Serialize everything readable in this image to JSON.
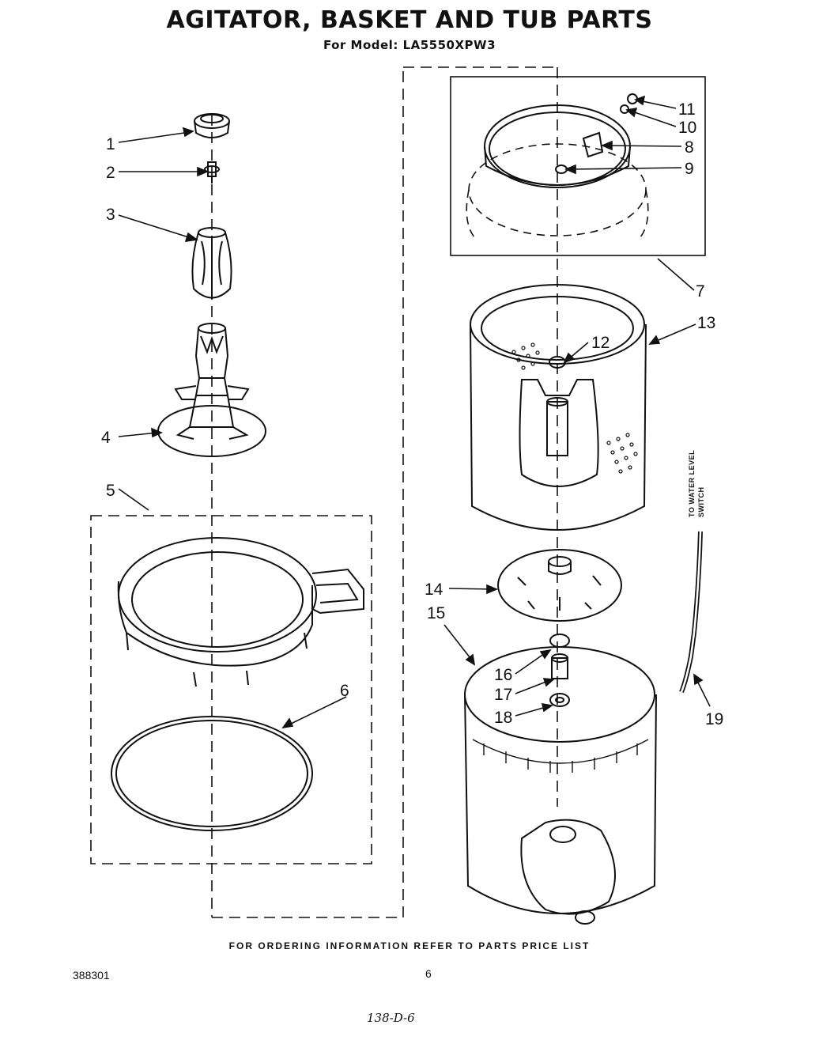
{
  "header": {
    "title": "AGITATOR, BASKET AND TUB PARTS",
    "model_prefix": "For Model:",
    "model": "LA5550XPW3"
  },
  "callouts": [
    "1",
    "2",
    "3",
    "4",
    "5",
    "6",
    "7",
    "8",
    "9",
    "10",
    "11",
    "12",
    "13",
    "14",
    "15",
    "16",
    "17",
    "18",
    "19"
  ],
  "side_label": {
    "line1": "TO WATER LEVEL",
    "line2": "SWITCH"
  },
  "footer": {
    "note": "FOR ORDERING INFORMATION REFER TO PARTS PRICE LIST",
    "doc_code": "388301",
    "page_number": "6",
    "handwritten": "138-D-6"
  }
}
